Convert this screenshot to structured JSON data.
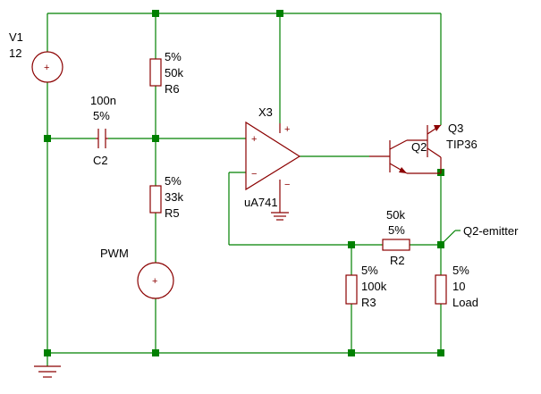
{
  "components": {
    "v1": {
      "name": "V1",
      "value": "12",
      "plus": "+"
    },
    "r6": {
      "tol": "5%",
      "value": "50k",
      "name": "R6"
    },
    "c2": {
      "value": "100n",
      "tol": "5%",
      "name": "C2"
    },
    "r5": {
      "tol": "5%",
      "value": "33k",
      "name": "R5"
    },
    "pwm": {
      "name": "PWM",
      "plus": "+"
    },
    "x3": {
      "name": "X3",
      "model": "uA741",
      "in_plus": "+",
      "in_minus": "−",
      "sup_plus": "+",
      "sup_minus": "−"
    },
    "q2": {
      "name": "Q2"
    },
    "q3": {
      "name": "Q3",
      "model": "TIP36"
    },
    "r2": {
      "value": "50k",
      "tol": "5%",
      "name": "R2"
    },
    "r3": {
      "tol": "5%",
      "value": "100k",
      "name": "R3"
    },
    "load": {
      "tol": "5%",
      "value": "10",
      "name": "Load"
    }
  },
  "net_labels": {
    "q2_emitter": "Q2-emitter"
  },
  "colors": {
    "wire": "#008000",
    "component": "#8b0000",
    "text": "#000000",
    "background": "#ffffff"
  }
}
